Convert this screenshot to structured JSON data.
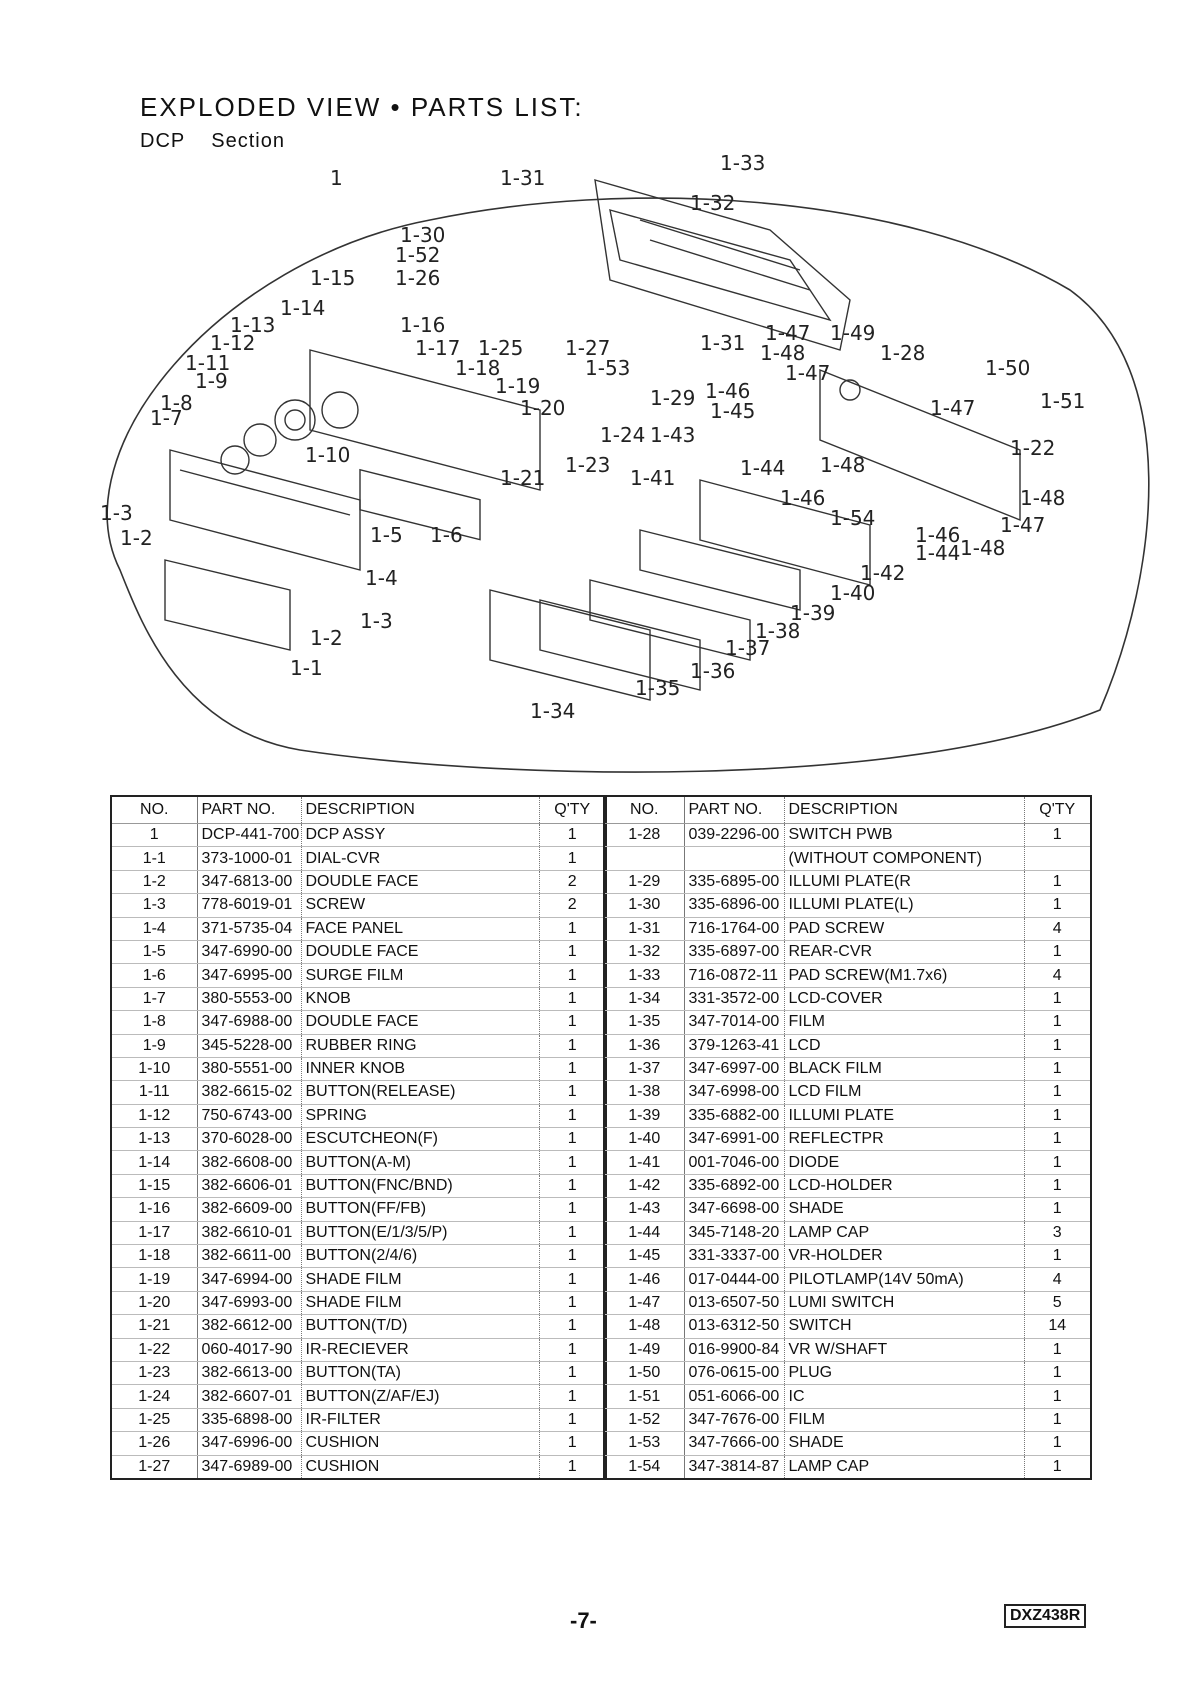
{
  "heading": "EXPLODED VIEW • PARTS LIST:",
  "section": {
    "prefix": "DCP",
    "label": "Section"
  },
  "diagram_callouts": [
    "1",
    "1-1",
    "1-2",
    "1-2",
    "1-3",
    "1-3",
    "1-4",
    "1-5",
    "1-6",
    "1-7",
    "1-8",
    "1-9",
    "1-10",
    "1-11",
    "1-12",
    "1-13",
    "1-14",
    "1-15",
    "1-16",
    "1-17",
    "1-18",
    "1-19",
    "1-20",
    "1-21",
    "1-22",
    "1-23",
    "1-24",
    "1-25",
    "1-26",
    "1-27",
    "1-28",
    "1-29",
    "1-30",
    "1-31",
    "1-31",
    "1-32",
    "1-33",
    "1-34",
    "1-35",
    "1-36",
    "1-37",
    "1-38",
    "1-39",
    "1-40",
    "1-41",
    "1-42",
    "1-43",
    "1-44",
    "1-44",
    "1-45",
    "1-46",
    "1-46",
    "1-46",
    "1-47",
    "1-47",
    "1-47",
    "1-47",
    "1-48",
    "1-48",
    "1-48",
    "1-48",
    "1-49",
    "1-50",
    "1-51",
    "1-52",
    "1-53",
    "1-54"
  ],
  "table_headers": {
    "no": "NO.",
    "part_no": "PART NO.",
    "description": "DESCRIPTION",
    "qty": "Q'TY"
  },
  "left_rows": [
    {
      "no": "1",
      "part_no": "DCP-441-700",
      "description": "DCP ASSY",
      "qty": "1"
    },
    {
      "no": "1-1",
      "part_no": "373-1000-01",
      "description": "DIAL-CVR",
      "qty": "1"
    },
    {
      "no": "1-2",
      "part_no": "347-6813-00",
      "description": "DOUDLE FACE",
      "qty": "2"
    },
    {
      "no": "1-3",
      "part_no": "778-6019-01",
      "description": "SCREW",
      "qty": "2"
    },
    {
      "no": "1-4",
      "part_no": "371-5735-04",
      "description": "FACE PANEL",
      "qty": "1"
    },
    {
      "no": "1-5",
      "part_no": "347-6990-00",
      "description": "DOUDLE FACE",
      "qty": "1"
    },
    {
      "no": "1-6",
      "part_no": "347-6995-00",
      "description": "SURGE FILM",
      "qty": "1"
    },
    {
      "no": "1-7",
      "part_no": "380-5553-00",
      "description": "KNOB",
      "qty": "1"
    },
    {
      "no": "1-8",
      "part_no": "347-6988-00",
      "description": "DOUDLE FACE",
      "qty": "1"
    },
    {
      "no": "1-9",
      "part_no": "345-5228-00",
      "description": "RUBBER RING",
      "qty": "1"
    },
    {
      "no": "1-10",
      "part_no": "380-5551-00",
      "description": "INNER KNOB",
      "qty": "1"
    },
    {
      "no": "1-11",
      "part_no": "382-6615-02",
      "description": "BUTTON(RELEASE)",
      "qty": "1"
    },
    {
      "no": "1-12",
      "part_no": "750-6743-00",
      "description": "SPRING",
      "qty": "1"
    },
    {
      "no": "1-13",
      "part_no": "370-6028-00",
      "description": "ESCUTCHEON(F)",
      "qty": "1"
    },
    {
      "no": "1-14",
      "part_no": "382-6608-00",
      "description": "BUTTON(A-M)",
      "qty": "1"
    },
    {
      "no": "1-15",
      "part_no": "382-6606-01",
      "description": "BUTTON(FNC/BND)",
      "qty": "1"
    },
    {
      "no": "1-16",
      "part_no": "382-6609-00",
      "description": "BUTTON(FF/FB)",
      "qty": "1"
    },
    {
      "no": "1-17",
      "part_no": "382-6610-01",
      "description": "BUTTON(E/1/3/5/P)",
      "qty": "1"
    },
    {
      "no": "1-18",
      "part_no": "382-6611-00",
      "description": "BUTTON(2/4/6)",
      "qty": "1"
    },
    {
      "no": "1-19",
      "part_no": "347-6994-00",
      "description": "SHADE FILM",
      "qty": "1"
    },
    {
      "no": "1-20",
      "part_no": "347-6993-00",
      "description": "SHADE FILM",
      "qty": "1"
    },
    {
      "no": "1-21",
      "part_no": "382-6612-00",
      "description": "BUTTON(T/D)",
      "qty": "1"
    },
    {
      "no": "1-22",
      "part_no": "060-4017-90",
      "description": "IR-RECIEVER",
      "qty": "1"
    },
    {
      "no": "1-23",
      "part_no": "382-6613-00",
      "description": "BUTTON(TA)",
      "qty": "1"
    },
    {
      "no": "1-24",
      "part_no": "382-6607-01",
      "description": "BUTTON(Z/AF/EJ)",
      "qty": "1"
    },
    {
      "no": "1-25",
      "part_no": "335-6898-00",
      "description": "IR-FILTER",
      "qty": "1"
    },
    {
      "no": "1-26",
      "part_no": "347-6996-00",
      "description": "CUSHION",
      "qty": "1"
    },
    {
      "no": "1-27",
      "part_no": "347-6989-00",
      "description": "CUSHION",
      "qty": "1"
    }
  ],
  "right_rows": [
    {
      "no": "1-28",
      "part_no": "039-2296-00",
      "description": "SWITCH PWB",
      "qty": "1"
    },
    {
      "no": "",
      "part_no": "",
      "description": "(WITHOUT COMPONENT)",
      "qty": ""
    },
    {
      "no": "1-29",
      "part_no": "335-6895-00",
      "description": "ILLUMI PLATE(R",
      "qty": "1"
    },
    {
      "no": "1-30",
      "part_no": "335-6896-00",
      "description": "ILLUMI PLATE(L)",
      "qty": "1"
    },
    {
      "no": "1-31",
      "part_no": "716-1764-00",
      "description": "PAD SCREW",
      "qty": "4"
    },
    {
      "no": "1-32",
      "part_no": "335-6897-00",
      "description": "REAR-CVR",
      "qty": "1"
    },
    {
      "no": "1-33",
      "part_no": "716-0872-11",
      "description": "PAD SCREW(M1.7x6)",
      "qty": "4"
    },
    {
      "no": "1-34",
      "part_no": "331-3572-00",
      "description": "LCD-COVER",
      "qty": "1"
    },
    {
      "no": "1-35",
      "part_no": "347-7014-00",
      "description": "FILM",
      "qty": "1"
    },
    {
      "no": "1-36",
      "part_no": "379-1263-41",
      "description": "LCD",
      "qty": "1"
    },
    {
      "no": "1-37",
      "part_no": "347-6997-00",
      "description": "BLACK FILM",
      "qty": "1"
    },
    {
      "no": "1-38",
      "part_no": "347-6998-00",
      "description": "LCD FILM",
      "qty": "1"
    },
    {
      "no": "1-39",
      "part_no": "335-6882-00",
      "description": "ILLUMI PLATE",
      "qty": "1"
    },
    {
      "no": "1-40",
      "part_no": "347-6991-00",
      "description": "REFLECTPR",
      "qty": "1"
    },
    {
      "no": "1-41",
      "part_no": "001-7046-00",
      "description": "DIODE",
      "qty": "1"
    },
    {
      "no": "1-42",
      "part_no": "335-6892-00",
      "description": "LCD-HOLDER",
      "qty": "1"
    },
    {
      "no": "1-43",
      "part_no": "347-6698-00",
      "description": "SHADE",
      "qty": "1"
    },
    {
      "no": "1-44",
      "part_no": "345-7148-20",
      "description": "LAMP CAP",
      "qty": "3"
    },
    {
      "no": "1-45",
      "part_no": "331-3337-00",
      "description": "VR-HOLDER",
      "qty": "1"
    },
    {
      "no": "1-46",
      "part_no": "017-0444-00",
      "description": "PILOTLAMP(14V 50mA)",
      "qty": "4"
    },
    {
      "no": "1-47",
      "part_no": "013-6507-50",
      "description": "LUMI SWITCH",
      "qty": "5"
    },
    {
      "no": "1-48",
      "part_no": "013-6312-50",
      "description": "SWITCH",
      "qty": "14"
    },
    {
      "no": "1-49",
      "part_no": "016-9900-84",
      "description": "VR W/SHAFT",
      "qty": "1"
    },
    {
      "no": "1-50",
      "part_no": "076-0615-00",
      "description": "PLUG",
      "qty": "1"
    },
    {
      "no": "1-51",
      "part_no": "051-6066-00",
      "description": "IC",
      "qty": "1"
    },
    {
      "no": "1-52",
      "part_no": "347-7676-00",
      "description": "FILM",
      "qty": "1"
    },
    {
      "no": "1-53",
      "part_no": "347-7666-00",
      "description": "SHADE",
      "qty": "1"
    },
    {
      "no": "1-54",
      "part_no": "347-3814-87",
      "description": "LAMP CAP",
      "qty": "1"
    }
  ],
  "footer": {
    "page": "-7-",
    "model": "DXZ438R"
  }
}
